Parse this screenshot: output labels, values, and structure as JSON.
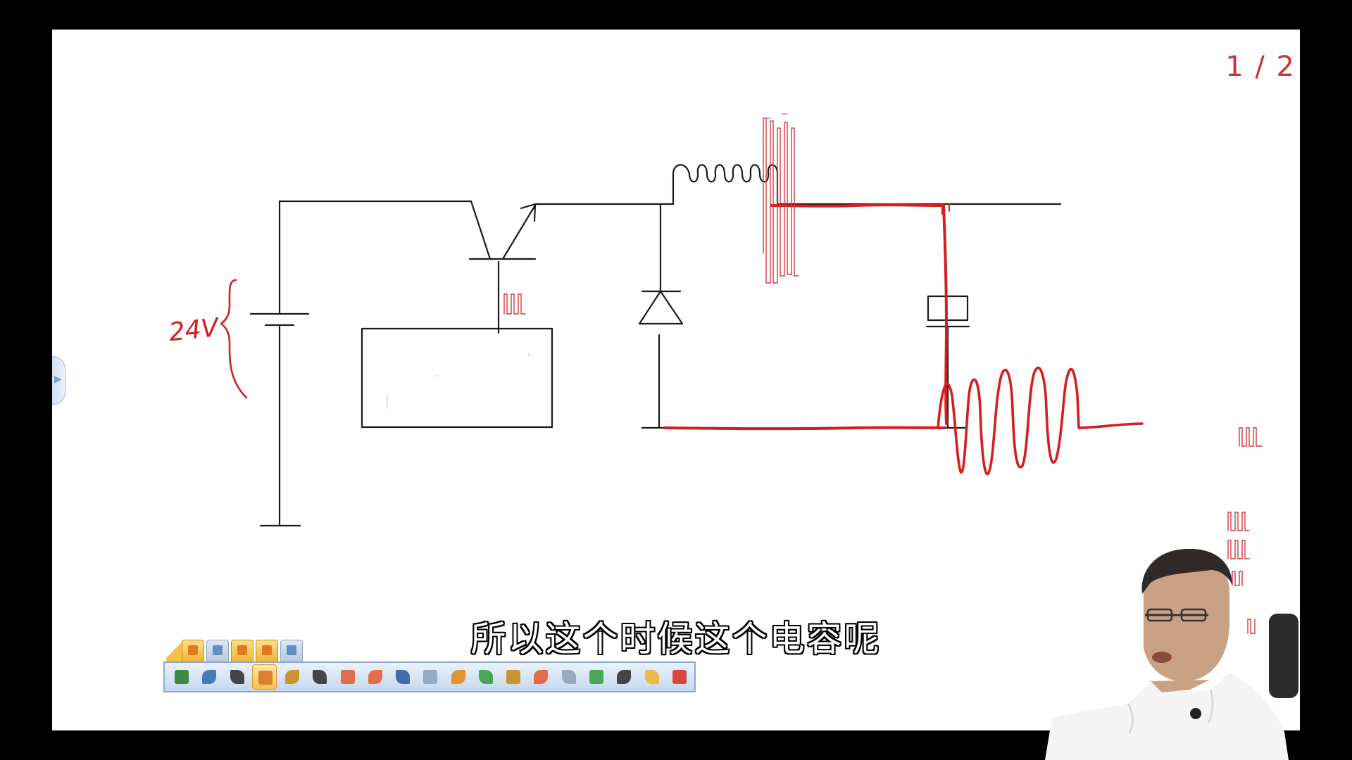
{
  "page_counter": "1 / 2",
  "annotation": {
    "voltage_label": "24V"
  },
  "subtitle": "所以这个时候这个电容呢",
  "toolbar": {
    "tabs": [
      {
        "icon": "home-icon"
      },
      {
        "icon": "page-icon"
      },
      {
        "icon": "export-icon"
      },
      {
        "icon": "tools-icon"
      },
      {
        "icon": "resource-icon"
      }
    ],
    "buttons": [
      {
        "icon": "select-arrow-icon",
        "color": "#2f7d2f"
      },
      {
        "icon": "smart-pen-icon",
        "color": "#3a6fb0"
      },
      {
        "icon": "pen-icon",
        "color": "#333333"
      },
      {
        "icon": "brush-icon",
        "color": "#d9752a",
        "active": true
      },
      {
        "icon": "palette-icon",
        "color": "#c98a1c"
      },
      {
        "icon": "line-style-icon",
        "color": "#333333"
      },
      {
        "icon": "eraser-icon",
        "color": "#e0603a"
      },
      {
        "icon": "clear-page-icon",
        "color": "#e0603a"
      },
      {
        "icon": "undo-icon",
        "color": "#2d5fa6"
      },
      {
        "icon": "redo-icon",
        "color": "#8fa3bc"
      },
      {
        "icon": "edit-box-icon",
        "color": "#e08a1f"
      },
      {
        "icon": "new-page-icon",
        "color": "#3aa043"
      },
      {
        "icon": "hand-icon",
        "color": "#c98a1c"
      },
      {
        "icon": "play-page-icon",
        "color": "#e0603a"
      },
      {
        "icon": "previous-page-icon",
        "color": "#8fa3bc"
      },
      {
        "icon": "next-page-icon",
        "color": "#3aa043"
      },
      {
        "icon": "camera-icon",
        "color": "#333333"
      },
      {
        "icon": "folder-icon",
        "color": "#f0b43a"
      },
      {
        "icon": "refresh-icon",
        "color": "#d9342a"
      }
    ]
  },
  "colors": {
    "ink": "#1a1a1a",
    "red_ink": "#d21f1f",
    "thin_red_ink": "#d43a3a",
    "page_counter": "#c8343a",
    "toolbar_bg": "#d6e4f4"
  }
}
